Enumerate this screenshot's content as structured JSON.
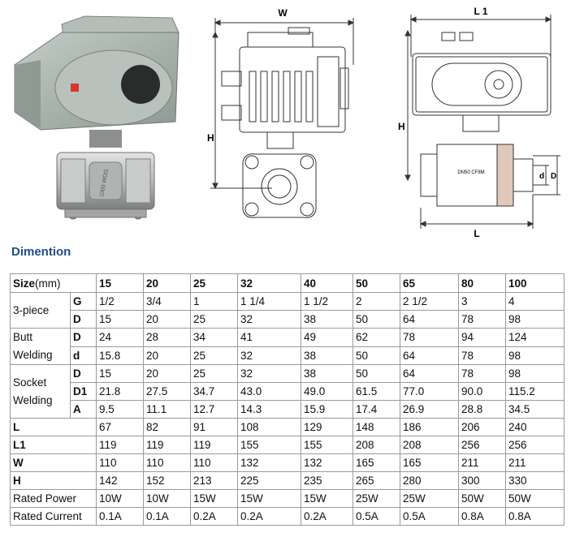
{
  "figures": {
    "dimension_labels": {
      "width": "W",
      "height_mid": "H",
      "length_top": "L 1",
      "height_right": "H",
      "length_bottom": "L",
      "d": "d",
      "D": "D"
    },
    "actuator_stamp": "DN50 CF8M",
    "body_stamp": "1000 WOG"
  },
  "heading": "Dimention",
  "table": {
    "size_header": {
      "bold": "Size",
      "unit": "(mm)"
    },
    "sizes": [
      "15",
      "20",
      "25",
      "32",
      "40",
      "50",
      "65",
      "80",
      "100"
    ],
    "groups": [
      {
        "name": "3-piece",
        "rows": [
          {
            "sub": "G",
            "values": [
              "1/2",
              "3/4",
              "1",
              "1 1/4",
              "1 1/2",
              "2",
              "2 1/2",
              "3",
              "4"
            ]
          },
          {
            "sub": "D",
            "values": [
              "15",
              "20",
              "25",
              "32",
              "38",
              "50",
              "64",
              "78",
              "98"
            ]
          }
        ]
      },
      {
        "name": "Butt Welding",
        "rows": [
          {
            "sub": "D",
            "values": [
              "24",
              "28",
              "34",
              "41",
              "49",
              "62",
              "78",
              "94",
              "124"
            ]
          },
          {
            "sub": "d",
            "values": [
              "15.8",
              "20",
              "25",
              "32",
              "38",
              "50",
              "64",
              "78",
              "98"
            ]
          }
        ]
      },
      {
        "name": "Socket Welding",
        "rows": [
          {
            "sub": "D",
            "values": [
              "15",
              "20",
              "25",
              "32",
              "38",
              "50",
              "64",
              "78",
              "98"
            ]
          },
          {
            "sub": "D1",
            "values": [
              "21.8",
              "27.5",
              "34.7",
              "43.0",
              "49.0",
              "61.5",
              "77.0",
              "90.0",
              "115.2"
            ]
          },
          {
            "sub": "A",
            "values": [
              "9.5",
              "11.1",
              "12.7",
              "14.3",
              "15.9",
              "17.4",
              "26.9",
              "28.8",
              "34.5"
            ]
          }
        ]
      }
    ],
    "singles": [
      {
        "label": "L",
        "bold": true,
        "values": [
          "67",
          "82",
          "91",
          "108",
          "129",
          "148",
          "186",
          "206",
          "240"
        ]
      },
      {
        "label": "L1",
        "bold": true,
        "values": [
          "119",
          "119",
          "119",
          "155",
          "155",
          "208",
          "208",
          "256",
          "256"
        ]
      },
      {
        "label": "W",
        "bold": true,
        "values": [
          "110",
          "110",
          "110",
          "132",
          "132",
          "165",
          "165",
          "211",
          "211"
        ]
      },
      {
        "label": "H",
        "bold": true,
        "values": [
          "142",
          "152",
          "213",
          "225",
          "235",
          "265",
          "280",
          "300",
          "330"
        ]
      },
      {
        "label": "Rated Power",
        "bold": false,
        "values": [
          "10W",
          "10W",
          "15W",
          "15W",
          "15W",
          "25W",
          "25W",
          "50W",
          "50W"
        ]
      },
      {
        "label": "Rated Current",
        "bold": false,
        "values": [
          "0.1A",
          "0.1A",
          "0.2A",
          "0.2A",
          "0.2A",
          "0.5A",
          "0.5A",
          "0.8A",
          "0.8A"
        ]
      }
    ]
  },
  "colors": {
    "heading": "#1f4e8c",
    "actuator_body": "#a9b4ae",
    "valve_steel": "#c7c9c8",
    "grid": "#9a9a9a"
  }
}
